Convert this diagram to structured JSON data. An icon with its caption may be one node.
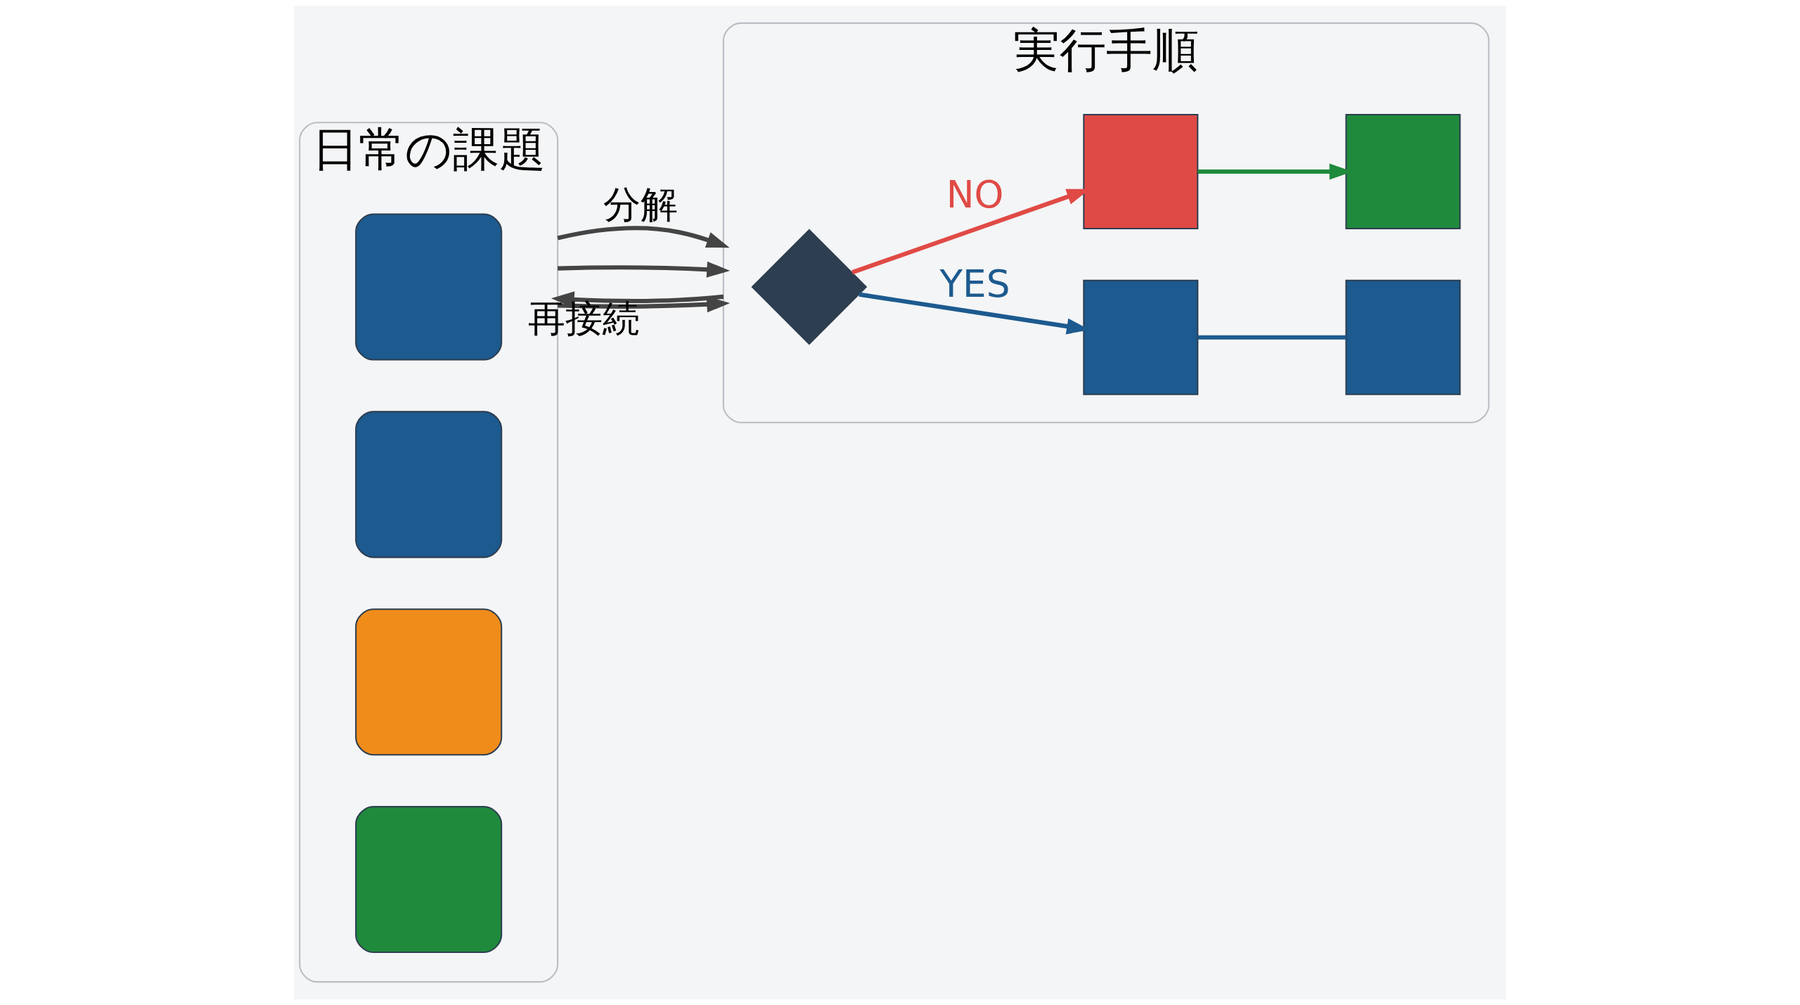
{
  "diagram": {
    "nodes": [
      {
        "text": [
          "日常の課題"
        ]
      },
      {
        "text": [],
        "shape": "box",
        "in": 0
      },
      {
        "text": [],
        "shape": "box",
        "in": 0
      },
      {
        "text": [],
        "shape": "box",
        "in": 0
      },
      {
        "text": [],
        "shape": "box",
        "in": 0
      },
      {
        "text": [
          "実行手順"
        ]
      },
      {
        "text": [],
        "shape": "diamond",
        "in": 5
      },
      {
        "text": [],
        "shape": "box",
        "in": 5
      },
      {
        "text": [],
        "shape": "box",
        "in": 5
      },
      {
        "text": [],
        "shape": "box",
        "in": 5
      },
      {
        "text": [],
        "shape": "box",
        "in": 5
      }
    ],
    "edges": [
      {
        "from": 0,
        "to": 5,
        "arrow": "to",
        "label": "分解"
      },
      {
        "from": 0,
        "to": 5,
        "arrow": "to"
      },
      {
        "from": 0,
        "to": 5,
        "arrow": "to"
      },
      {
        "from": 6,
        "to": 7,
        "arrow": "to",
        "label": "YES",
        "color": "#1c5a8f"
      },
      {
        "from": 6,
        "to": 9,
        "arrow": "to",
        "label": "NO",
        "color": "#e04a45"
      },
      {
        "from": 7,
        "to": 10,
        "arrow": "none",
        "color": "#1c5a8f"
      },
      {
        "from": 9,
        "to": 8,
        "arrow": "to",
        "color": "#1f8a3c"
      },
      {
        "from": 5,
        "to": 0,
        "arrow": "to",
        "label": "再接続"
      }
    ]
  }
}
